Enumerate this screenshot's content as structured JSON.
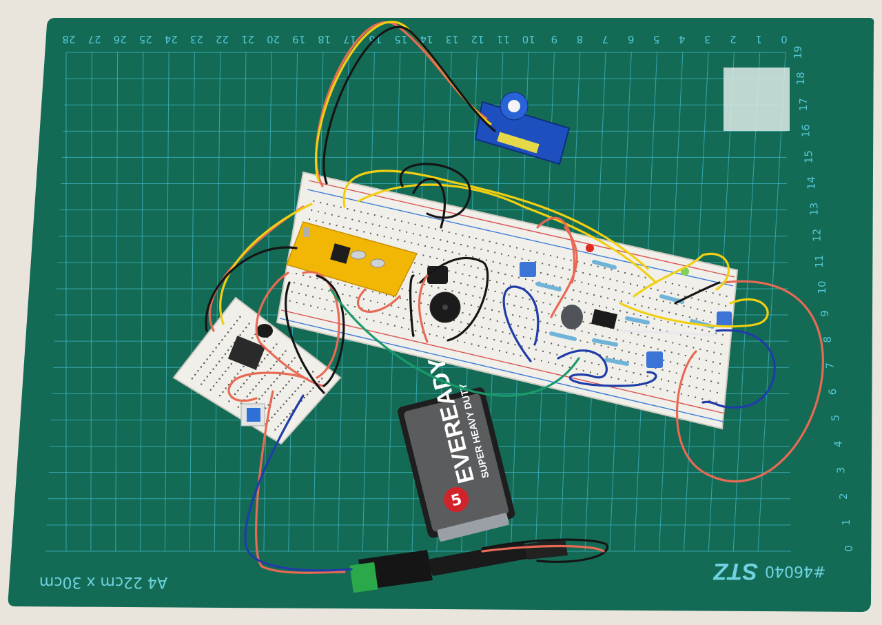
{
  "mat": {
    "top_ruler_numbers": [
      "28",
      "27",
      "26",
      "25",
      "24",
      "23",
      "22",
      "21",
      "20",
      "19",
      "18",
      "17",
      "16",
      "15",
      "14",
      "13",
      "12",
      "11",
      "10",
      "9",
      "8",
      "7",
      "6",
      "5",
      "4",
      "3",
      "2",
      "1",
      "0"
    ],
    "right_ruler_numbers": [
      "19",
      "18",
      "17",
      "16",
      "15",
      "14",
      "13",
      "12",
      "11",
      "10",
      "9",
      "8",
      "7",
      "6",
      "5",
      "4",
      "3",
      "2",
      "1",
      "0"
    ],
    "size_label": "A4 22cm x 30cm",
    "brand_label": "STZ",
    "model_label": "#46040",
    "colors": {
      "mat": "#146b55",
      "grid": "#3fb8c8",
      "background": "#e9e4dc"
    }
  },
  "battery": {
    "brand": "EVEREADY",
    "subtitle": "SUPER HEAVY DUTY",
    "badge": "5",
    "colors": {
      "body": "#1e1e1e",
      "label": "#ffffff",
      "badge": "#d2232a"
    }
  },
  "components": {
    "microcontroller_icon": "arduino-nano-board",
    "servo_icon": "micro-servo",
    "buzzer_icon": "piezo-buzzer",
    "push_button_icon": "tactile-button",
    "dc_jack_icon": "dc-barrel-jack"
  },
  "wire_colors": {
    "yellow": "#f1cf12",
    "red": "#e86a55",
    "black": "#151515",
    "blue": "#1f3da8",
    "green": "#1a9a6a",
    "white": "#e8e8ee"
  }
}
